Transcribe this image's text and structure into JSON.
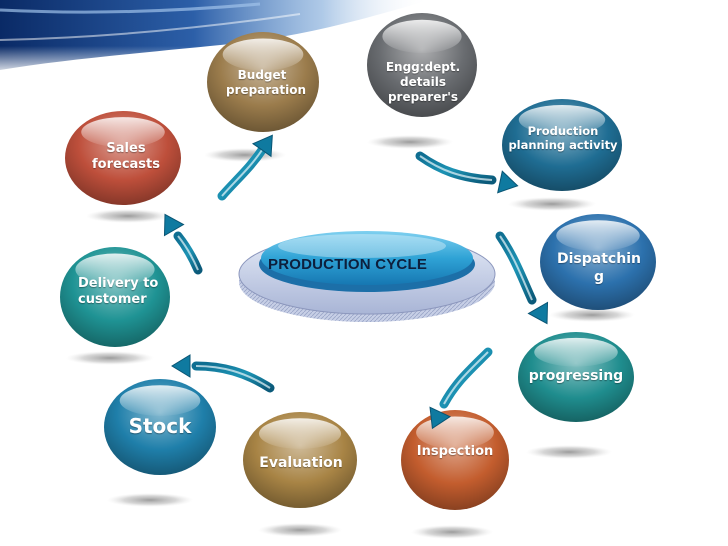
{
  "diagram": {
    "center": {
      "label": "PRODUCTION CYCLE"
    },
    "nodes": [
      {
        "id": "budget-preparation",
        "label": "Budget\npreparation",
        "color": "#9b7c4c"
      },
      {
        "id": "engg-dept-details",
        "label": "Engg:dept.\ndetails\npreparer's",
        "color": "#696c70"
      },
      {
        "id": "production-planning",
        "label": "Production\nplanning activity",
        "color": "#1f6d93"
      },
      {
        "id": "dispatching",
        "label": "Dispatchin\ng",
        "color": "#2c71ad"
      },
      {
        "id": "progressing",
        "label": "progressing",
        "color": "#1f8d8e"
      },
      {
        "id": "inspection",
        "label": "Inspection",
        "color": "#c35d2e"
      },
      {
        "id": "evaluation",
        "label": "Evaluation",
        "color": "#a88445"
      },
      {
        "id": "stock",
        "label": "Stock",
        "color": "#1f7faa"
      },
      {
        "id": "delivery-to-customer",
        "label": "Delivery to\ncustomer",
        "color": "#1f9394"
      },
      {
        "id": "sales-forecasts",
        "label": "Sales\nforecasts",
        "color": "#be4f3b"
      }
    ]
  }
}
